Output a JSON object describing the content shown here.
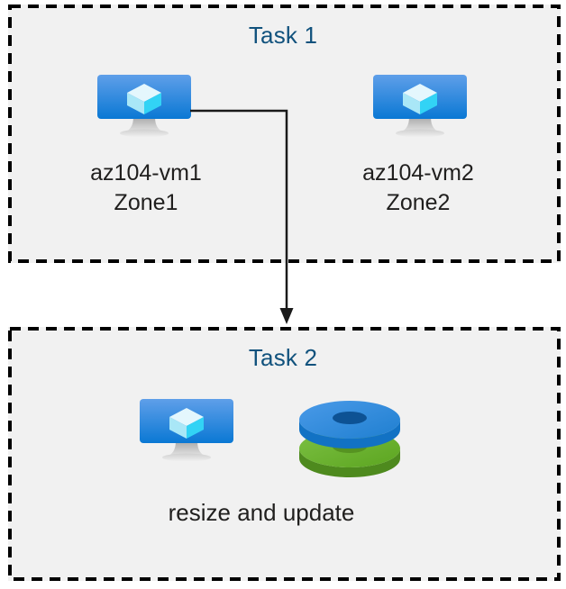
{
  "diagram": {
    "type": "flow-diagram",
    "background_color": "#ffffff",
    "box_fill_color": "#f1f1f1",
    "title_color": "#11527d",
    "label_color": "#201f1e",
    "connector_color": "#1a1a1a"
  },
  "task1": {
    "title": "Task 1",
    "nodes": [
      {
        "icon": "virtual-machine-icon",
        "name": "az104-vm1",
        "zone": "Zone1",
        "label": "az104-vm1\nZone1"
      },
      {
        "icon": "virtual-machine-icon",
        "name": "az104-vm2",
        "zone": "Zone2",
        "label": "az104-vm2\nZone2"
      }
    ]
  },
  "task2": {
    "title": "Task 2",
    "icons": [
      "virtual-machine-icon",
      "managed-disks-icon"
    ],
    "label": "resize and update"
  },
  "connector": {
    "from": "az104-vm1",
    "to": "task2",
    "style": "elbow-arrow",
    "arrowhead": "filled-triangle"
  },
  "palette": {
    "vm_screen_top": "#5b9be8",
    "vm_screen_bottom": "#0a78d4",
    "vm_stand": "#b3b3b3",
    "cube_light": "#d8f3fb",
    "cube_cyan": "#32d3f5",
    "disk_blue_top": "#3b8ede",
    "disk_blue_side": "#1272c4",
    "disk_blue_hole": "#0d5294",
    "disk_green_top": "#6cb72b",
    "disk_green_side": "#5a9a24",
    "disk_green_hole": "#579722"
  }
}
